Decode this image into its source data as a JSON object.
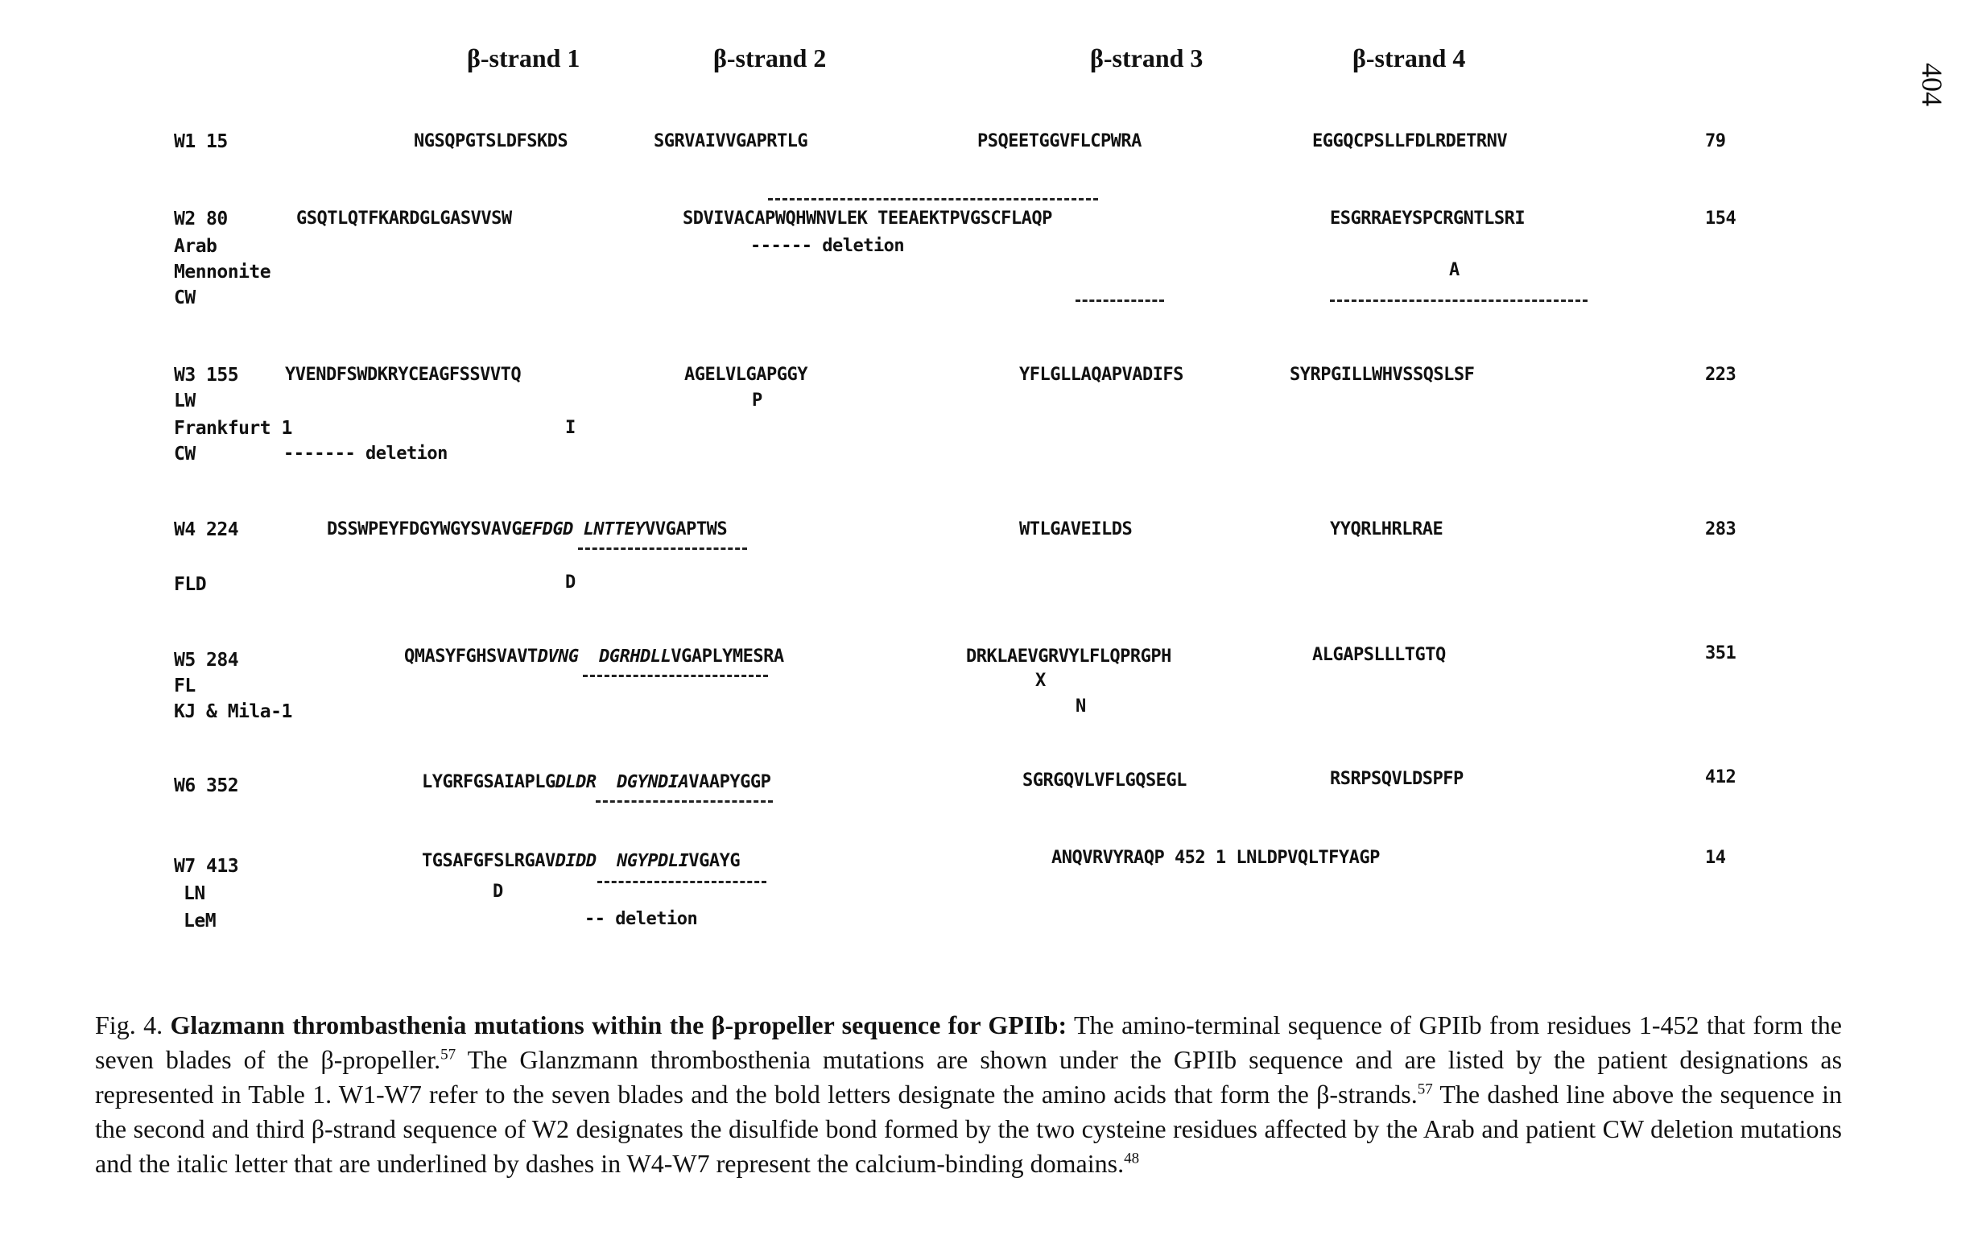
{
  "page_number": "404",
  "strand_headers": [
    "β-strand 1",
    "β-strand 2",
    "β-strand 3",
    "β-strand 4"
  ],
  "rows": {
    "w1": {
      "label": "W1 15",
      "s1": "NGSQPGTSLDFSKDS",
      "s2": "SGRVAIVVGAPRTLG",
      "s3": "PSQEETGGVFLCPWRA",
      "s4": "EGGQCPSLLFDLRDETRNV",
      "end": "79"
    },
    "w2": {
      "label": "W2 80",
      "s1": "GSQTLQTFKARDGLGASVVSW",
      "s2": "SDVIVACAPWQHWNVLEK TEEAEKTPVGSCFLAQP",
      "s4": "ESGRRAEYSPCRGNTLSRI",
      "end": "154",
      "mut1_label": "Arab",
      "mut1_text": "------ deletion",
      "mut2_label": "Mennonite",
      "mut2_text": "A",
      "mut3_label": "CW"
    },
    "w3": {
      "label": "W3 155",
      "s1": "YVENDFSWDKRYCEAGFSSVVTQ",
      "s2": "AGELVLGAPGGY",
      "s3": "YFLGLLAQAPVADIFS",
      "s4": "SYRPGILLWHVSSQSLSF",
      "end": "223",
      "mut1_label": "LW",
      "mut1_text": "P",
      "mut2_label": "Frankfurt 1",
      "mut2_text": "I",
      "mut3_label": "CW",
      "mut3_text": "------- deletion"
    },
    "w4": {
      "label": "W4 224",
      "s1a": "DSSWPEYFDGYWGYSVAVG",
      "s1b": "EFDGD",
      "s2a": "LNTTEY",
      "s2b": "VVGAPTWS",
      "s3": "WTLGAVEILDS",
      "s4": "YYQRLHRLRAE",
      "end": "283",
      "mut1_label": "FLD",
      "mut1_text": "D"
    },
    "w5": {
      "label": "W5 284",
      "s1a": "QMASYFGHSVAVT",
      "s1b": "DVNG",
      "s2a": "DGRHDLL",
      "s2b": "VGAPLYMESRA",
      "s3": "DRKLAEVGRVYLFLQPRGPH",
      "s4": "ALGAPSLLLTGTQ",
      "end": "351",
      "mut1_label": "FL",
      "mut1_text": "X",
      "mut2_label": "KJ & Mila-1",
      "mut2_text": "N"
    },
    "w6": {
      "label": "W6 352",
      "s1a": "LYGRFGSAIAPLG",
      "s1b": "DLDR",
      "s2a": "DGYNDIA",
      "s2b": "VAAPYGGP",
      "s3": "SGRGQVLVFLGQSEGL",
      "s4": "RSRPSQVLDSPFP",
      "end": "412"
    },
    "w7": {
      "label": "W7 413",
      "s1a": "TGSAFGFSLRGAV",
      "s1b": "DIDD",
      "s2a": "NGYPDLI",
      "s2b": "VGAYG",
      "s34": "ANQVRVYRAQP 452 1 LNLDPVQLTFYAGP",
      "end": "14",
      "mut1_label": "LN",
      "mut1_text": "D",
      "mut2_label": "LeM",
      "mut2_text": "-- deletion"
    }
  },
  "caption": {
    "lead": "Fig. 4.",
    "bold_title": "Glazmann thrombasthenia mutations within the β-propeller sequence for GPIIb:",
    "p1": "The amino-terminal sequence of GPIIb from residues 1-452 that form the seven blades of the β-propeller.",
    "ref1": "57",
    "p2": "The Glanzmann thrombosthenia mutations are shown under the GPIIb sequence and are listed by the patient designations as represented in Table 1.  W1-W7 refer to the seven blades and the bold letters designate the amino acids that form the β-strands.",
    "ref2": "57",
    "p3": "The dashed line above the sequence in the second and third β-strand sequence of W2 designates the disulfide bond formed by the two cysteine residues affected by the Arab and patient CW deletion mutations and the italic letter that are underlined by dashes in W4-W7 represent the calcium-binding domains.",
    "ref3": "48"
  }
}
